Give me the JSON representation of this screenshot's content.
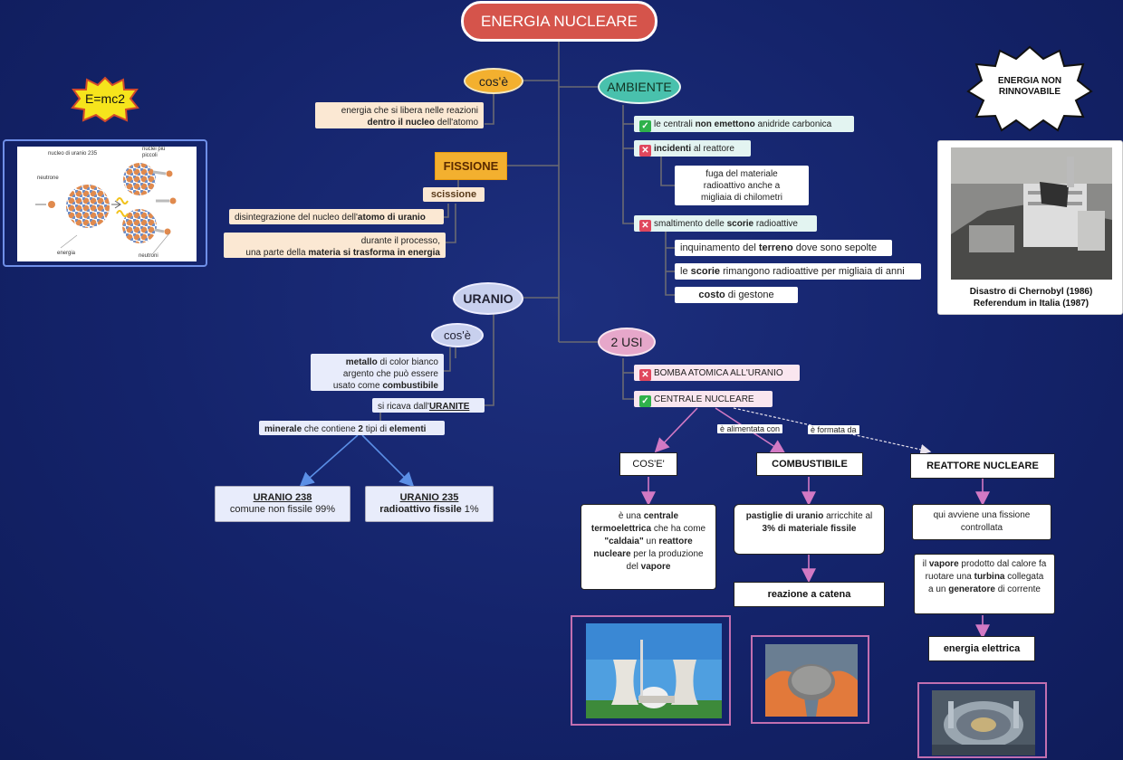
{
  "title": "ENERGIA NUCLEARE",
  "formula": "E=mc2",
  "nonrenewable": "ENERGIA NON RINNOVABILE",
  "cose1": {
    "label": "cos'è",
    "def_a": "energia che si libera nelle reazioni",
    "def_b": "dentro il nucleo",
    "def_c": " dell'atomo"
  },
  "fissione": {
    "label": "FISSIONE",
    "sub": "scissione",
    "disint_a": "disintegrazione del nucleo dell'",
    "disint_b": "atomo di uranio",
    "process_a": "durante il processo,",
    "process_b": "una parte della ",
    "process_c": "materia si trasforma in energia"
  },
  "atom_image": {
    "nucleus_label": "nucleo di uranio 235",
    "nuclei_label": "nuclei più piccoli",
    "neutron_label": "neutrone",
    "energy_label": "energia",
    "neutrons_label": "neutroni"
  },
  "uranio": {
    "label": "URANIO",
    "cose": "cos'è",
    "metal_a": "metallo",
    "metal_b": " di color bianco",
    "metal_c": "argento che può essere",
    "metal_d": "usato come ",
    "metal_e": "combustibile",
    "source_a": "si ricava dall'",
    "source_b": "URANITE",
    "mineral_a": "minerale",
    "mineral_b": " che contiene ",
    "mineral_c": "2",
    "mineral_d": " tipi di ",
    "mineral_e": "elementi",
    "u238_title": "URANIO 238",
    "u238_desc": "comune non fissile 99%",
    "u235_title": "URANIO 235",
    "u235_desc_a": "radioattivo fissile",
    "u235_desc_b": " 1%"
  },
  "ambiente": {
    "label": "AMBIENTE",
    "item1_a": "le centrali ",
    "item1_b": "non emettono",
    "item1_c": " anidride carbonica",
    "item2_a": "incidenti",
    "item2_b": " al reattore",
    "item2_sub": "fuga del materiale radioattivo anche a migliaia di chilometri",
    "item3_a": "smaltimento delle ",
    "item3_b": "scorie",
    "item3_c": " radioattive",
    "sub1_a": "inquinamento del ",
    "sub1_b": "terreno",
    "sub1_c": " dove sono sepolte",
    "sub2_a": "le ",
    "sub2_b": "scorie",
    "sub2_c": " rimangono radioattive per migliaia di anni",
    "sub3_a": "costo",
    "sub3_b": " di gestone"
  },
  "chernobyl": {
    "line1": "Disastro di Chernobyl (1986)",
    "line2": "Referendum in Italia (1987)"
  },
  "usi": {
    "label": "2 USI",
    "bomb": "BOMBA ATOMICA ALL'URANIO",
    "plant": "CENTRALE NUCLEARE",
    "edge1": "è alimentata con",
    "edge2": "è formata da",
    "cose_box": "COS'E'",
    "cose_a": "è una ",
    "cose_b": "centrale termoelettrica",
    "cose_c": " che ha come ",
    "cose_d": "\"caldaia\"",
    "cose_e": " un ",
    "cose_f": "reattore nucleare",
    "cose_g": " per la produzione del ",
    "cose_h": "vapore",
    "fuel_box": "COMBUSTIBILE",
    "fuel_a": "pastiglie di uranio",
    "fuel_b": " arricchite al ",
    "fuel_c": "3% di materiale fissile",
    "chain": "reazione a catena",
    "reactor_box": "REATTORE NUCLEARE",
    "react1": "qui avviene una fissione controllata",
    "react2_a": "il ",
    "react2_b": "vapore",
    "react2_c": " prodotto dal calore fa ruotare una ",
    "react2_d": "turbina",
    "react2_e": " collegata a un ",
    "react2_f": "generatore",
    "react2_g": " di corrente",
    "energy": "energia elettrica"
  }
}
